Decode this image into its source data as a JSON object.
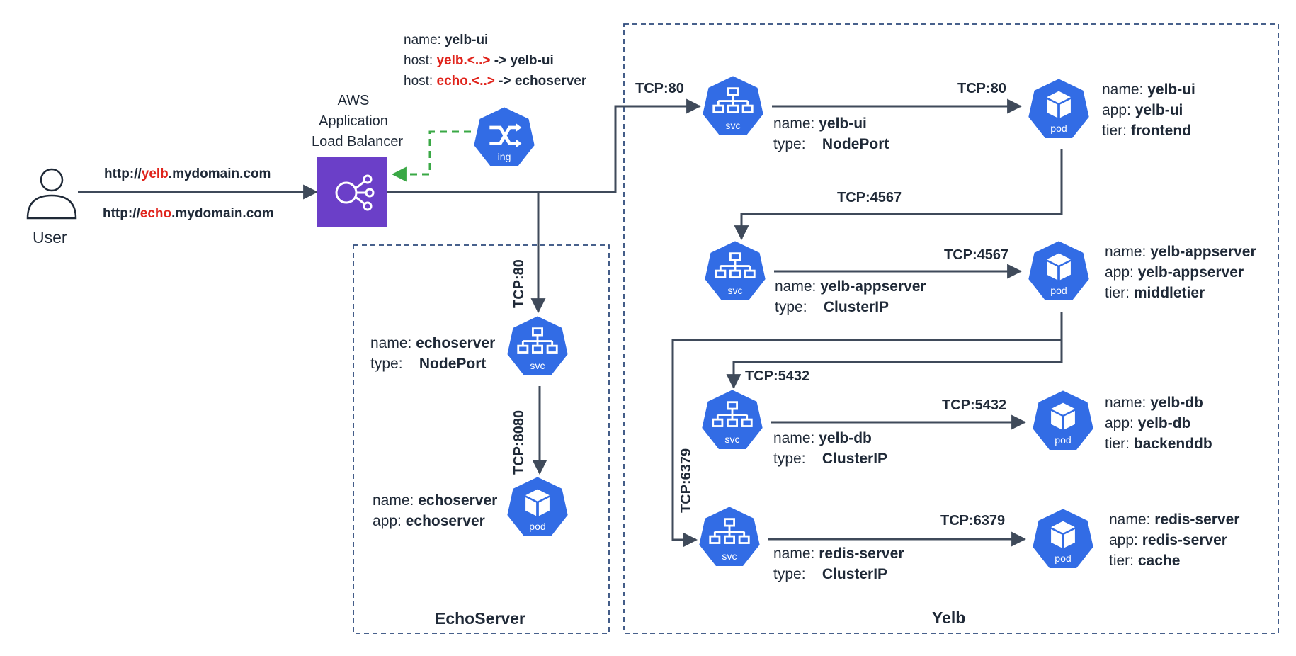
{
  "user": {
    "label": "User"
  },
  "urls": [
    {
      "prefix": "http://",
      "highlight": "yelb",
      "suffix": ".mydomain.com"
    },
    {
      "prefix": "http://",
      "highlight": "echo",
      "suffix": ".mydomain.com"
    }
  ],
  "alb": {
    "lines": [
      "AWS",
      "Application",
      "Load Balancer"
    ]
  },
  "ingress": {
    "icon_label": "ing",
    "name_key": "name: ",
    "name_value": "yelb-ui",
    "rules": [
      {
        "key": "host: ",
        "host": "yelb.<..>",
        "arrow": " -> ",
        "target": "yelb-ui"
      },
      {
        "key": "host: ",
        "host": "echo.<..>",
        "arrow": " -> ",
        "target": "echoserver"
      }
    ]
  },
  "groups": {
    "echoserver": "EchoServer",
    "yelb": "Yelb"
  },
  "ports": {
    "alb_to_yelb_ui_svc": "TCP:80",
    "yelb_ui_svc_to_pod": "TCP:80",
    "ui_pod_to_appserver_svc": "TCP:4567",
    "appserver_svc_to_pod": "TCP:4567",
    "appserver_to_db_svc": "TCP:5432",
    "db_svc_to_pod": "TCP:5432",
    "appserver_to_redis_svc": "TCP:6379",
    "redis_svc_to_pod": "TCP:6379",
    "alb_to_echo_svc": "TCP:80",
    "echo_svc_to_pod": "TCP:8080"
  },
  "icon_labels": {
    "svc": "svc",
    "pod": "pod"
  },
  "services": {
    "yelb_ui": [
      {
        "k": "name:",
        "v": "yelb-ui"
      },
      {
        "k": "type:",
        "v": "NodePort"
      }
    ],
    "yelb_appserver": [
      {
        "k": "name:",
        "v": "yelb-appserver"
      },
      {
        "k": "type:",
        "v": "ClusterIP"
      }
    ],
    "yelb_db": [
      {
        "k": "name:",
        "v": "yelb-db"
      },
      {
        "k": "type:",
        "v": "ClusterIP"
      }
    ],
    "redis_server": [
      {
        "k": "name:",
        "v": "redis-server"
      },
      {
        "k": "type:",
        "v": "ClusterIP"
      }
    ],
    "echoserver": [
      {
        "k": "name:",
        "v": "echoserver"
      },
      {
        "k": "type:",
        "v": "NodePort"
      }
    ]
  },
  "pods": {
    "yelb_ui": [
      {
        "k": "name:",
        "v": "yelb-ui"
      },
      {
        "k": "app:",
        "v": "yelb-ui"
      },
      {
        "k": "tier:",
        "v": "frontend"
      }
    ],
    "yelb_appserver": [
      {
        "k": "name:",
        "v": "yelb-appserver"
      },
      {
        "k": "app:",
        "v": "yelb-appserver"
      },
      {
        "k": "tier:",
        "v": "middletier"
      }
    ],
    "yelb_db": [
      {
        "k": "name:",
        "v": "yelb-db"
      },
      {
        "k": "app:",
        "v": "yelb-db"
      },
      {
        "k": "tier:",
        "v": "backenddb"
      }
    ],
    "redis_server": [
      {
        "k": "name:",
        "v": "redis-server"
      },
      {
        "k": "app:",
        "v": "redis-server"
      },
      {
        "k": "tier:",
        "v": "cache"
      }
    ],
    "echoserver": [
      {
        "k": "name:",
        "v": "echoserver"
      },
      {
        "k": "app:",
        "v": "echoserver"
      }
    ]
  },
  "colors": {
    "k8s_blue": "#326ce5",
    "alb_purple": "#6b3fc8",
    "connector": "#3f4a5a",
    "ingress_link": "#3aa845",
    "group_border": "#2f4b7c",
    "highlight_red": "#e0231b"
  }
}
